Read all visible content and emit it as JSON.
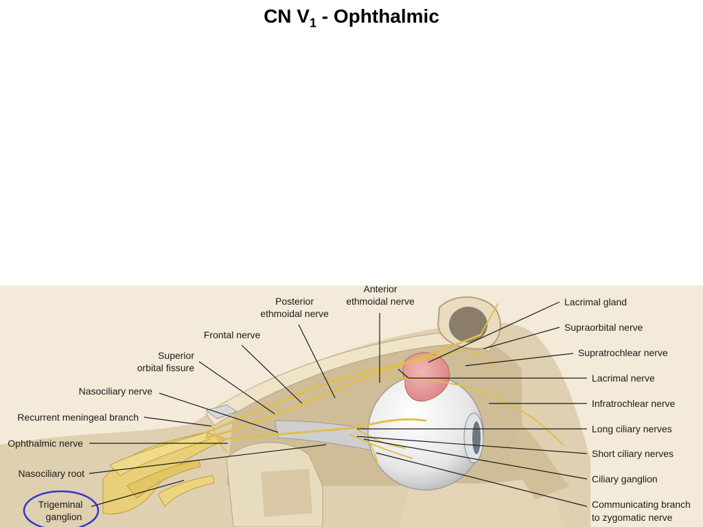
{
  "slide": {
    "title_main": "CN V",
    "title_sub": "1",
    "title_rest": " - Ophthalmic"
  },
  "labels": {
    "anterior_ethmoidal_1": "Anterior",
    "anterior_ethmoidal_2": "ethmoidal nerve",
    "posterior_ethmoidal_1": "Posterior",
    "posterior_ethmoidal_2": "ethmoidal nerve",
    "frontal_nerve": "Frontal nerve",
    "superior_orbital_1": "Superior",
    "superior_orbital_2": "orbital fissure",
    "nasociliary_nerve": "Nasociliary nerve",
    "recurrent_meningeal": "Recurrent meningeal branch",
    "ophthalmic_nerve": "Ophthalmic nerve",
    "nasociliary_root": "Nasociliary root",
    "trigeminal_1": "Trigeminal",
    "trigeminal_2": "ganglion",
    "lacrimal_gland": "Lacrimal gland",
    "supraorbital_nerve": "Supraorbital nerve",
    "supratrochlear_nerve": "Supratrochlear nerve",
    "lacrimal_nerve": "Lacrimal nerve",
    "infratrochlear_nerve": "Infratrochlear nerve",
    "long_ciliary_nerves": "Long ciliary nerves",
    "short_ciliary_nerves": "Short ciliary nerves",
    "ciliary_ganglion": "Ciliary ganglion",
    "communicating_1": "Communicating branch",
    "communicating_2": "to zygomatic nerve"
  },
  "colors": {
    "highlight_ring": "#3333cc",
    "nerve": "#e8c85a",
    "bone": "#e6d6b4",
    "tissue": "#d9c3a0",
    "gland": "#e89a9a",
    "eyeball": "#eeeeee"
  }
}
